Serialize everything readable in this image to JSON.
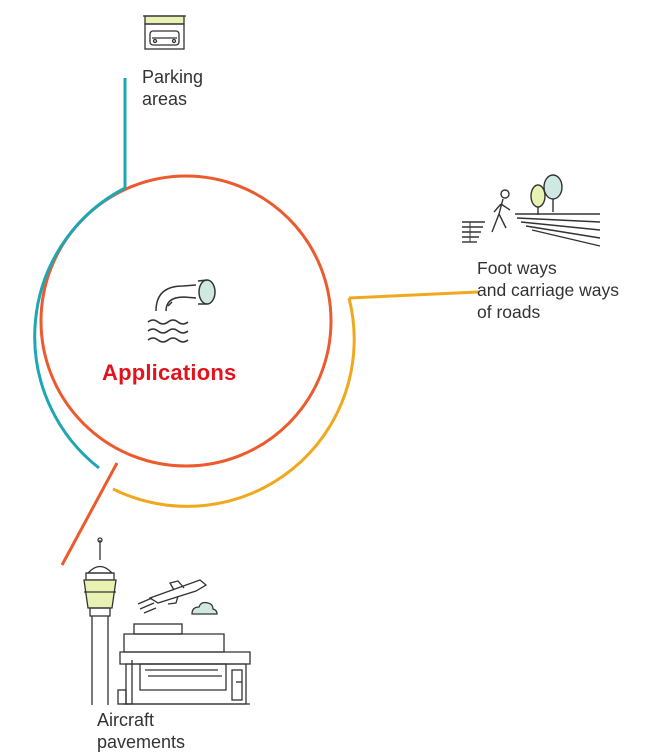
{
  "center": {
    "title": "Applications",
    "icon": "drain-pipe-water-icon"
  },
  "nodes": [
    {
      "id": "parking",
      "icon": "parking-garage-icon",
      "label_lines": [
        "Parking",
        "areas"
      ],
      "color": "#1da7b2"
    },
    {
      "id": "roads",
      "icon": "pedestrian-road-trees-icon",
      "label_lines": [
        "Foot ways",
        "and carriage ways",
        "of roads"
      ],
      "color": "#f0a81e"
    },
    {
      "id": "aircraft",
      "icon": "airport-tower-plane-icon",
      "label_lines": [
        "Aircraft",
        "pavements"
      ],
      "color": "#ec5a2e"
    }
  ],
  "colors": {
    "title": "#e1141e",
    "circle": "#ec5a2e",
    "teal": "#1da7b2",
    "amber": "#f0a81e",
    "icon_fill": "#e9f2b2",
    "icon_mint": "#cfe8e2"
  }
}
